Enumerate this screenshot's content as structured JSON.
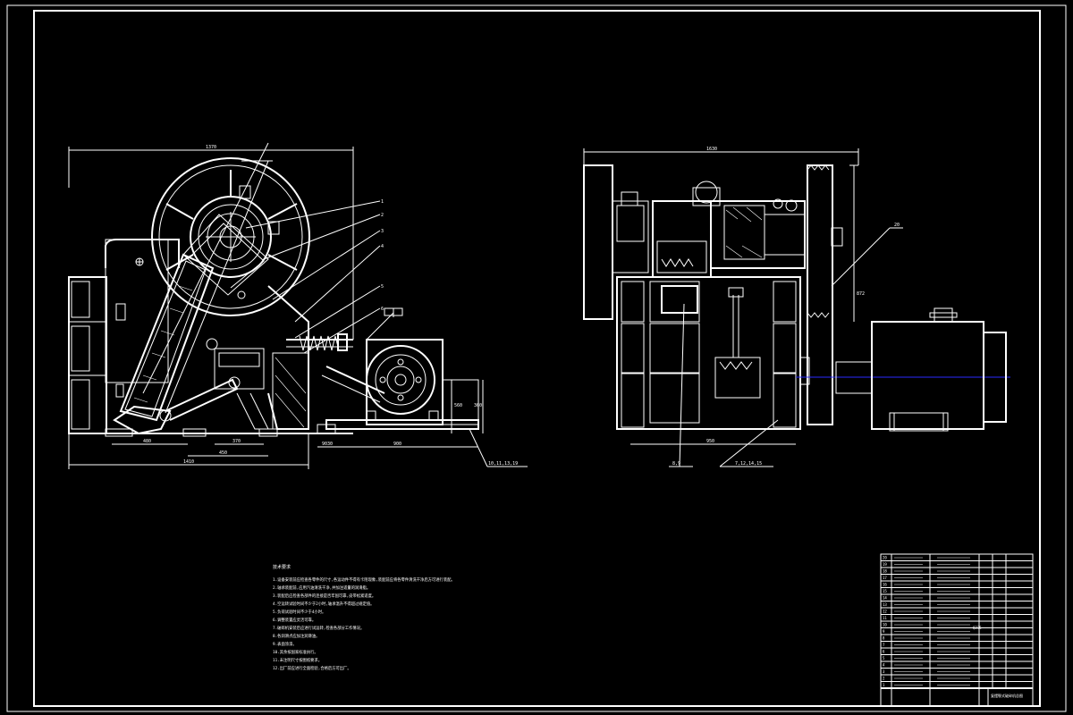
{
  "drawing": {
    "front_view": {
      "dim_top": "1370",
      "dim_bottom_left": "480",
      "dim_bottom_mid": "370",
      "dim_bottom_right": "450",
      "dim_overall": "1410",
      "dim_motor_base": "900",
      "dim_base_height": "560",
      "dim_base_height2": "360",
      "dim_base_small": "9030",
      "callouts": [
        "1",
        "2",
        "3",
        "4",
        "5",
        "6"
      ],
      "callout_group": "10,11,13,19"
    },
    "side_view": {
      "dim_top": "1630",
      "dim_bottom": "950",
      "dim_height": "872",
      "callout_right": "20",
      "callout_bottom_left": "8,9",
      "callout_bottom_right": "7,12,14,15"
    },
    "notes": {
      "title": "技术要求",
      "lines": [
        "1.设备安装前应检查各零件的尺寸,各运动件不得有卡阻现象,装配前应将各零件清洗干净后方可进行装配。",
        "2.轴承装配前,应用汽油清洗干净,并加注适量的润滑脂。",
        "3.装配后应检查各部件的连接是否牢固可靠,皮带松紧适度。",
        "4.空运转试验时间不少于2小时,轴承温升不得超过规定值。",
        "5.负荷试验时间不少于4小时。",
        "6.调整装置应灵活可靠。",
        "7.破碎机安装后应进行试运转,检查各部分工作情况。",
        "8.各润滑点应加注润滑油。",
        "9.表面涂漆。",
        "10.其余按国家标准执行。",
        "11.未注明尺寸按图纸要求。",
        "12.出厂前应进行全面检验,合格后方可出厂。"
      ]
    },
    "title_block": {
      "rows": [
        "20",
        "19",
        "18",
        "17",
        "16",
        "15",
        "14",
        "13",
        "12",
        "11",
        "10",
        "9",
        "8",
        "7",
        "6",
        "5",
        "4",
        "3",
        "2",
        "1"
      ],
      "material": "Q235",
      "drawing_title": "复摆颚式破碎机总图"
    }
  }
}
